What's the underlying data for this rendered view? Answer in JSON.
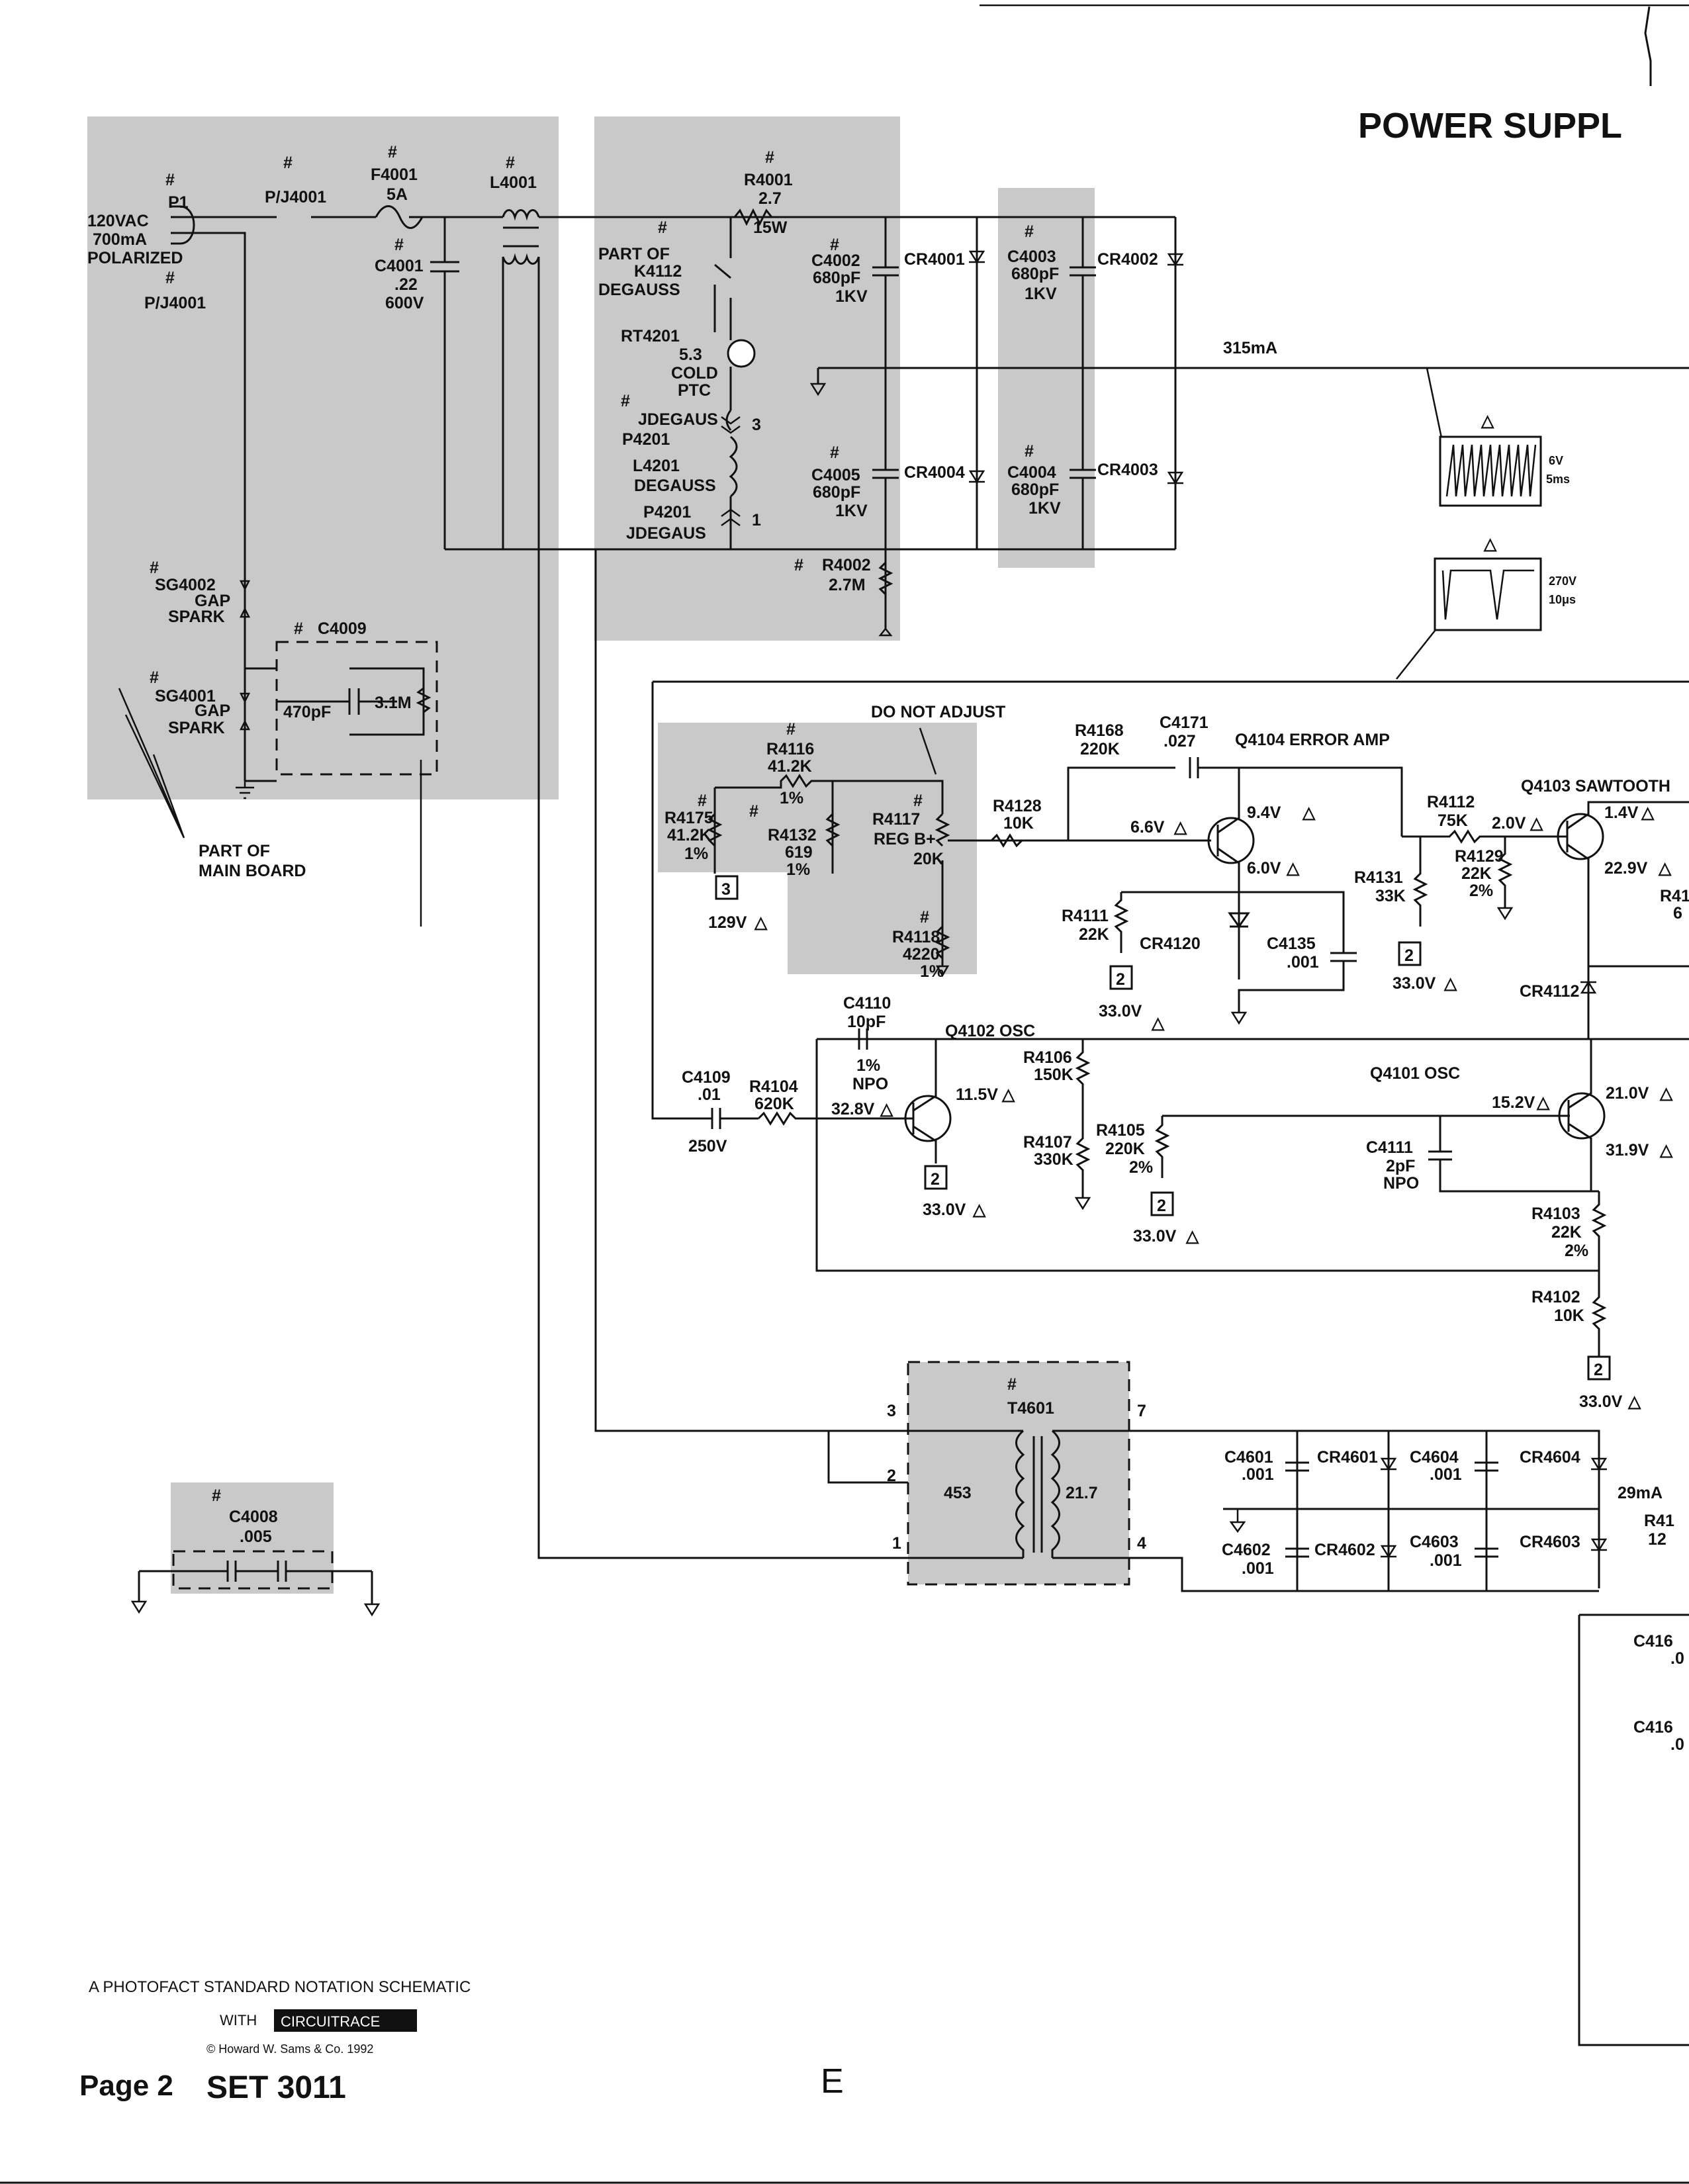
{
  "page": {
    "title": "POWER SUPPL",
    "footer_note": "A PHOTOFACT STANDARD NOTATION SCHEMATIC",
    "footer_with": "WITH",
    "footer_brand": "CIRCUITRACE",
    "footer_copyright": "© Howard W. Sams & Co. 1992",
    "page_number": "Page 2",
    "set_label": "SET 3011",
    "section_letter": "E"
  },
  "labels": {
    "hash": "#",
    "p1": "P1",
    "ac_in_1": "120VAC",
    "ac_in_2": "700mA",
    "ac_in_3": "POLARIZED",
    "pj4001_top": "P/J4001",
    "pj4001_left": "P/J4001",
    "f4001": "F4001",
    "f4001_val": "5A",
    "l4001": "L4001",
    "c4001": "C4001",
    "c4001_v1": ".22",
    "c4001_v2": "600V",
    "r4001": "R4001",
    "r4001_v1": "2.7",
    "r4001_v2": "15W",
    "k4112_1": "PART OF",
    "k4112_2": "K4112",
    "k4112_3": "DEGAUSS",
    "rt4201": "RT4201",
    "rt4201_v1": "5.3",
    "rt4201_v2": "COLD",
    "rt4201_v3": "PTC",
    "jdegaus_top": "JDEGAUS",
    "p4201_top": "P4201",
    "l4201": "L4201",
    "l4201_v": "DEGAUSS",
    "p4201_bot": "P4201",
    "jdegaus_bot": "JDEGAUS",
    "pin3": "3",
    "pin1": "1",
    "c4002": "C4002",
    "c4002_v1": "680pF",
    "c4002_v2": "1KV",
    "cr4001": "CR4001",
    "c4003": "C4003",
    "c4003_v1": "680pF",
    "c4003_v2": "1KV",
    "cr4002": "CR4002",
    "current_315": "315mA",
    "c4005": "C4005",
    "c4005_v1": "680pF",
    "c4005_v2": "1KV",
    "cr4004": "CR4004",
    "c4004": "C4004",
    "c4004_v1": "680pF",
    "c4004_v2": "1KV",
    "cr4003": "CR4003",
    "r4002": "R4002",
    "r4002_v": "2.7M",
    "wave1_v": "6V",
    "wave1_t": "5ms",
    "wave2_v": "270V",
    "wave2_t": "10μs",
    "delta": "△",
    "sg4002": "SG4002",
    "sg4001": "SG4001",
    "gap": "GAP",
    "spark": "SPARK",
    "c4009": "C4009",
    "c4009_v": "470pF",
    "r_3_1m": "3.1M",
    "part_of": "PART OF",
    "main_board": "MAIN BOARD",
    "do_not_adjust": "DO NOT ADJUST",
    "r4116": "R4116",
    "r4116_v1": "41.2K",
    "r4116_v2": "1%",
    "r4175": "R4175",
    "r4175_v1": "41.2K",
    "r4175_v2": "1%",
    "r4132": "R4132",
    "r4132_v1": "619",
    "r4132_v2": "1%",
    "r4117": "R4117",
    "r4117_v1": "REG B+",
    "r4117_v2": "20K",
    "r4118": "R4118",
    "r4118_v1": "4220",
    "r4118_v2": "1%",
    "tp3": "3",
    "v129": "129V",
    "r4168": "R4168",
    "r4168_v": "220K",
    "c4171": "C4171",
    "c4171_v": ".027",
    "q4104": "Q4104 ERROR AMP",
    "r4128": "R4128",
    "r4128_v": "10K",
    "v6_6": "6.6V",
    "v9_4": "9.4V",
    "v6_0": "6.0V",
    "r4111": "R4111",
    "r4111_v": "22K",
    "cr4120": "CR4120",
    "c4135": "C4135",
    "c4135_v": ".001",
    "tp2": "2",
    "v33": "33.0V",
    "r4112": "R4112",
    "r4112_v": "75K",
    "v2_0": "2.0V",
    "r4129": "R4129",
    "r4129_v1": "22K",
    "r4129_v2": "2%",
    "r4131": "R4131",
    "r4131_v": "33K",
    "q4103": "Q4103 SAWTOOTH",
    "v1_4": "1.4V",
    "v22_9": "22.9V",
    "r41_clip": "R41",
    "r41_clip_v": "6",
    "cr4112": "CR4112",
    "c4110": "C4110",
    "c4110_v": "10pF",
    "c4110_v2": "1%",
    "c4110_v3": "NPO",
    "q4102": "Q4102 OSC",
    "v11_5": "11.5V",
    "v32_8": "32.8V",
    "c4109": "C4109",
    "c4109_v": ".01",
    "c4109_v2": "250V",
    "r4104": "R4104",
    "r4104_v": "620K",
    "r4106": "R4106",
    "r4106_v": "150K",
    "r4107": "R4107",
    "r4107_v": "330K",
    "r4105": "R4105",
    "r4105_v1": "220K",
    "r4105_v2": "2%",
    "q4101": "Q4101 OSC",
    "v15_2": "15.2V",
    "v21_0": "21.0V",
    "v31_9": "31.9V",
    "c4111": "C4111",
    "c4111_v1": "2pF",
    "c4111_v2": "NPO",
    "r4103": "R4103",
    "r4103_v1": "22K",
    "r4103_v2": "2%",
    "r4102": "R4102",
    "r4102_v": "10K",
    "t4601": "T4601",
    "t_pin3": "3",
    "t_pin2": "2",
    "t_pin1": "1",
    "t_pin7": "7",
    "t_pin4": "4",
    "t_453": "453",
    "t_21_7": "21.7",
    "c4601": "C4601",
    "c4601_v": ".001",
    "cr4601": "CR4601",
    "c4604": "C4604",
    "c4604_v": ".001",
    "cr4604": "CR4604",
    "c4602": "C4602",
    "c4602_v": ".001",
    "cr4602": "CR4602",
    "c4603": "C4603",
    "c4603_v": ".001",
    "cr4603": "CR4603",
    "current_29": "29mA",
    "r41_clip2": "R41",
    "r41_clip2_v": "12",
    "c4008": "C4008",
    "c4008_v": ".005",
    "c416_a": "C416",
    "c416_a_v": ".0",
    "c416_b": "C416",
    "c416_b_v": ".0"
  }
}
